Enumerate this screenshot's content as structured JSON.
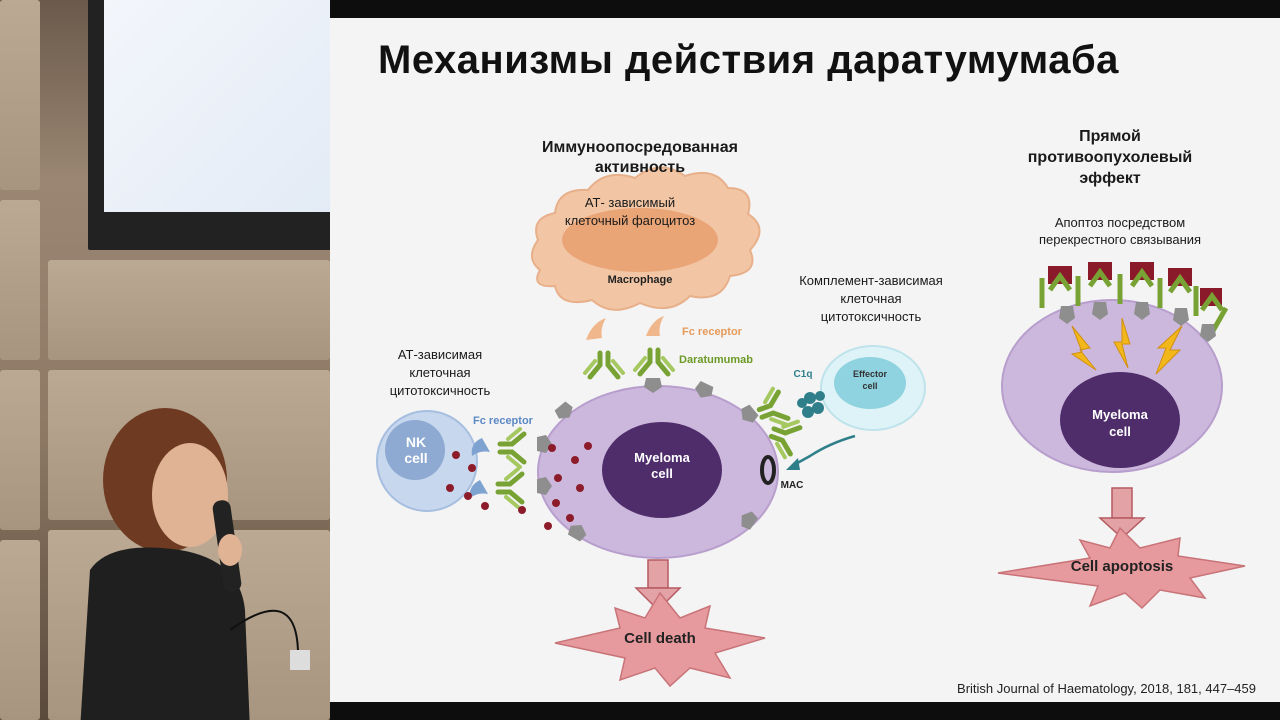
{
  "slide": {
    "title": "Механизмы действия даратумумаба",
    "section_left": {
      "line1": "Иммуноопосредованная",
      "line2": "активность"
    },
    "section_right": {
      "line1": "Прямой",
      "line2": "противоопухолевый",
      "line3": "эффект"
    },
    "adcp": {
      "line1": "АТ- зависимый",
      "line2": "клеточный фагоцитоз"
    },
    "adcc": {
      "line1": "АТ-зависимая",
      "line2": "клеточная",
      "line3": "цитотоксичность"
    },
    "cdc": {
      "line1": "Комплемент-зависимая",
      "line2": "клеточная",
      "line3": "цитотоксичность"
    },
    "apoptosis_caption": {
      "line1": "Апоптоз посредством",
      "line2": "перекрестного связывания"
    },
    "citation": "British Journal of Haematology, 2018, 181, 447–459"
  },
  "diagram": {
    "macrophage": "Macrophage",
    "fc_receptor_top": "Fc receptor",
    "daratumumab": "Daratumumab",
    "nk_cell": {
      "line1": "NK",
      "line2": "cell"
    },
    "fc_receptor_nk": "Fc receptor",
    "myeloma_left": {
      "line1": "Myeloma",
      "line2": "cell"
    },
    "myeloma_right": {
      "line1": "Myeloma",
      "line2": "cell"
    },
    "effector_cell": {
      "line1": "Effector",
      "line2": "cell"
    },
    "c1q": "C1q",
    "mac": "MAC",
    "cell_death": "Cell death",
    "cell_apoptosis": "Cell apoptosis"
  },
  "colors": {
    "myeloma_outer": "#cdb8dd",
    "myeloma_nucleus": "#4f2d6b",
    "macrophage": "#f2c6a4",
    "nk": "#a9c3e2",
    "effector": "#aee0ea",
    "antibody": "#78a334",
    "antigen": "#8e8e8e",
    "starburst": "#e79a9e",
    "arrow": "#e3a3a6"
  }
}
